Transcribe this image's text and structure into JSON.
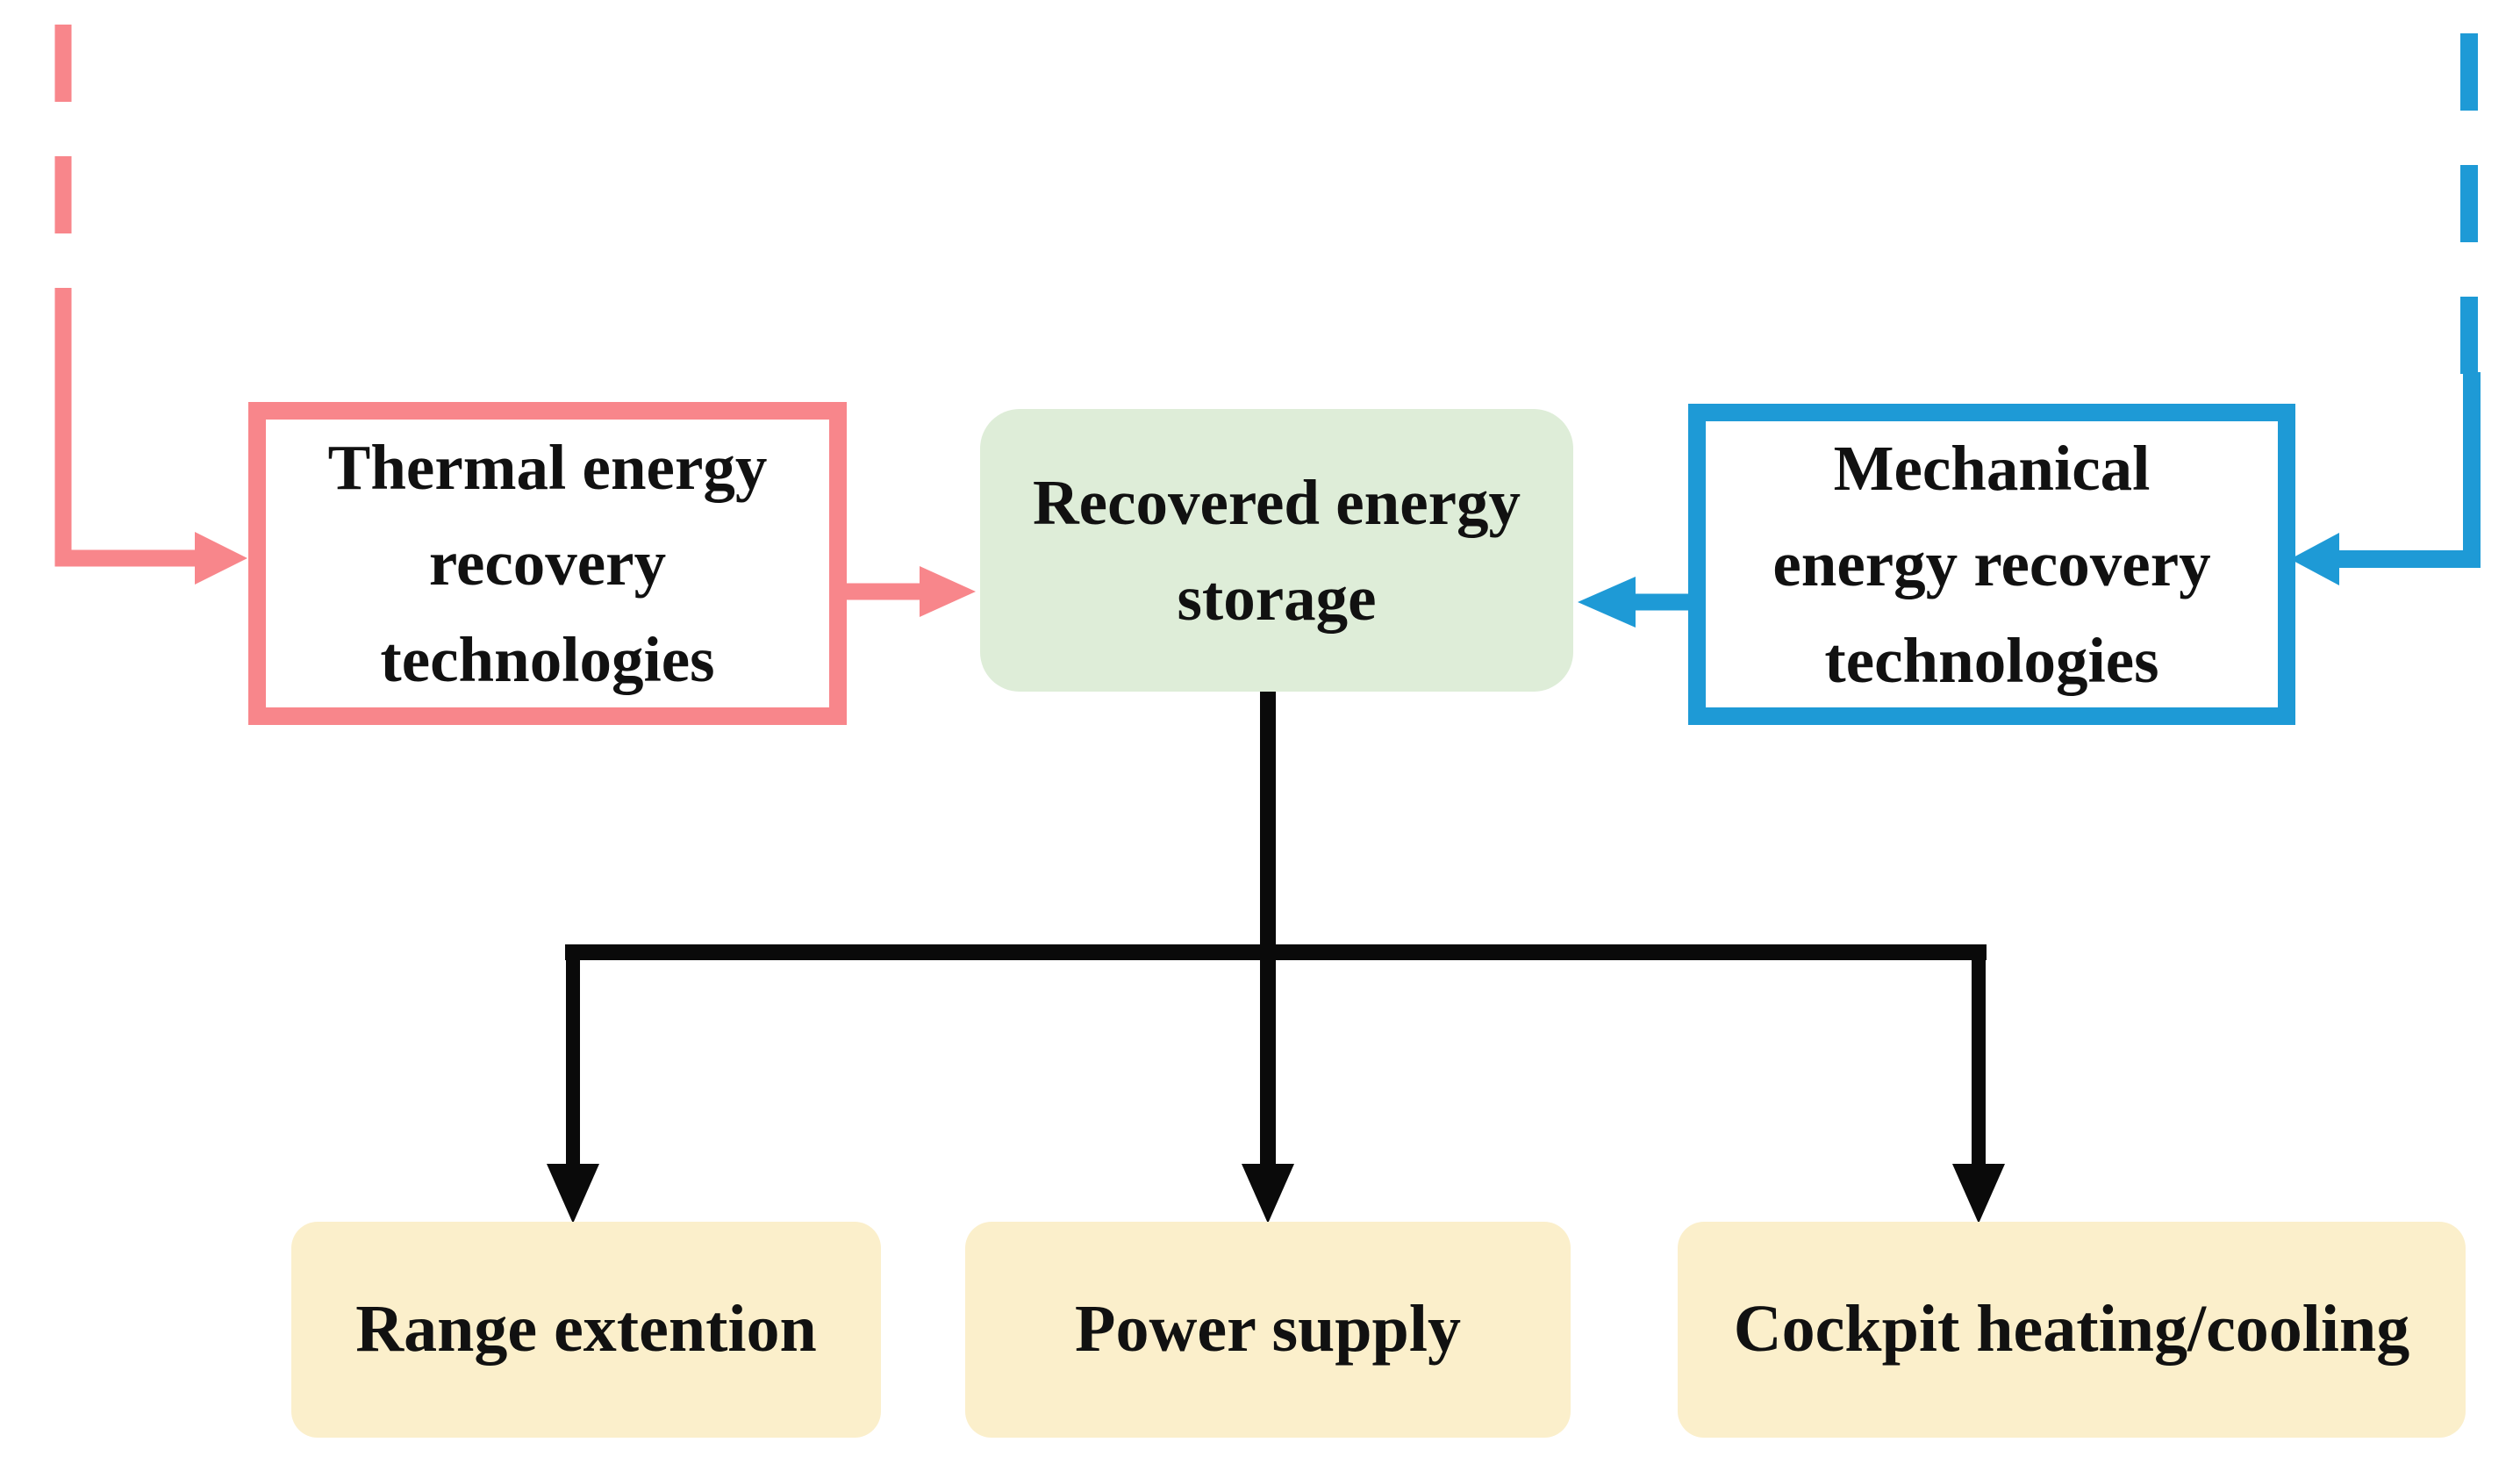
{
  "colors": {
    "thermal_accent": "#F8868B",
    "mechanical_accent": "#1E9AD6",
    "storage_fill": "#DEEDD8",
    "outcome_fill": "#FBEFCB",
    "connector_black": "#0A0A0A",
    "text": "#111111",
    "background": "#FFFFFF"
  },
  "nodes": {
    "thermal": {
      "lines": [
        "Thermal energy",
        "recovery",
        "technologies"
      ]
    },
    "storage": {
      "lines": [
        "Recovered energy",
        "storage"
      ]
    },
    "mechanical": {
      "lines": [
        "Mechanical",
        "energy recovery",
        "technologies"
      ]
    },
    "range": {
      "label": "Range extention"
    },
    "power": {
      "label": "Power supply"
    },
    "cockpit": {
      "label": "Cockpit heating/cooling"
    }
  }
}
